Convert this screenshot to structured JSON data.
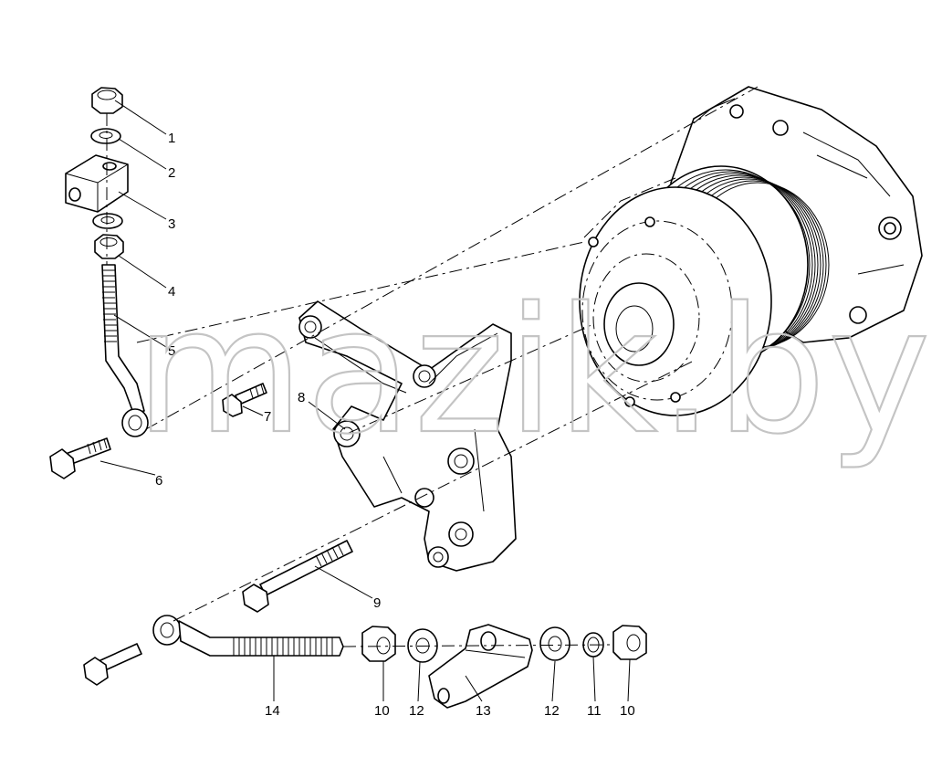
{
  "diagram": {
    "callouts": {
      "c1": "1",
      "c2": "2",
      "c3": "3",
      "c4": "4",
      "c5": "5",
      "c6": "6",
      "c7": "7",
      "c8": "8",
      "c9": "9",
      "c10a": "10",
      "c12a": "12",
      "c13": "13",
      "c12b": "12",
      "c11": "11",
      "c10b": "10",
      "c14": "14"
    },
    "watermark": "mazik.by"
  }
}
